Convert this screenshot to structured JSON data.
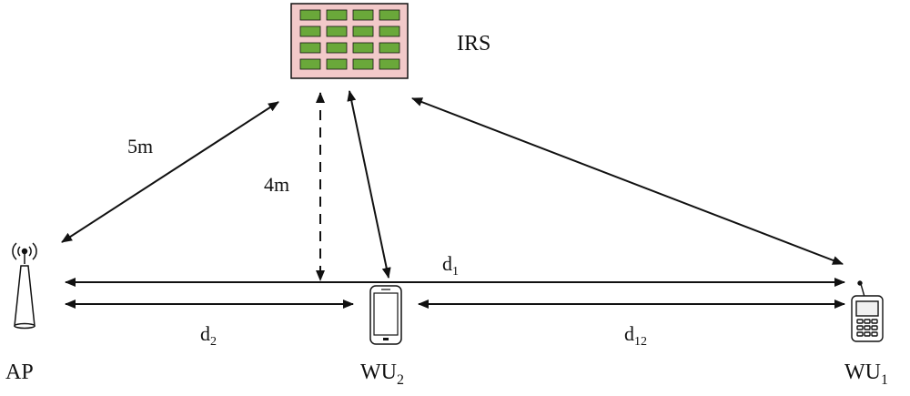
{
  "labels": {
    "irs": "IRS",
    "ap": "AP",
    "wu2_base": "WU",
    "wu2_sub": "2",
    "wu1_base": "WU",
    "wu1_sub": "1",
    "dist_ap_irs": "5m",
    "dist_irs_height": "4m",
    "d1_base": "d",
    "d1_sub": "1",
    "d2_base": "d",
    "d2_sub": "2",
    "d12_base": "d",
    "d12_sub": "12"
  },
  "icons": {
    "irs": "irs-panel-icon",
    "ap": "access-point-icon",
    "wu2": "smartphone-icon",
    "wu1": "mobile-phone-icon"
  },
  "colors": {
    "irs_panel": "#f2c9c9",
    "irs_element": "#6aa83a",
    "stroke": "#111111"
  }
}
